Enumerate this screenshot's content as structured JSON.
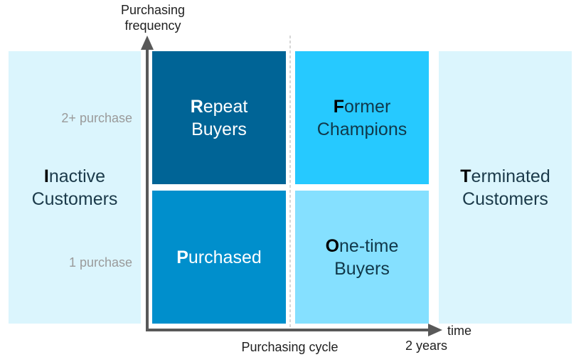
{
  "y_axis": {
    "title": "Purchasing\nfrequency",
    "ticks": [
      "2+ purchase",
      "1 purchase"
    ]
  },
  "x_axis": {
    "title": "Purchasing cycle",
    "end_label": "time",
    "mark_label": "2 years"
  },
  "segments": {
    "inactive": {
      "initial": "I",
      "rest": "nactive\nCustomers"
    },
    "repeat": {
      "initial": "R",
      "rest": "epeat\nBuyers"
    },
    "former": {
      "initial": "F",
      "rest": "ormer\nChampions"
    },
    "purchased": {
      "initial": "P",
      "rest": "urchased"
    },
    "onetime": {
      "initial": "O",
      "rest": "ne-time\nBuyers"
    },
    "terminated": {
      "initial": "T",
      "rest": "erminated\nCustomers"
    }
  },
  "colors": {
    "side_panel": "#dbf5fd",
    "repeat": "#006496",
    "former": "#26c9ff",
    "purchased": "#008fcc",
    "onetime": "#85e0ff",
    "axis": "#595959"
  }
}
